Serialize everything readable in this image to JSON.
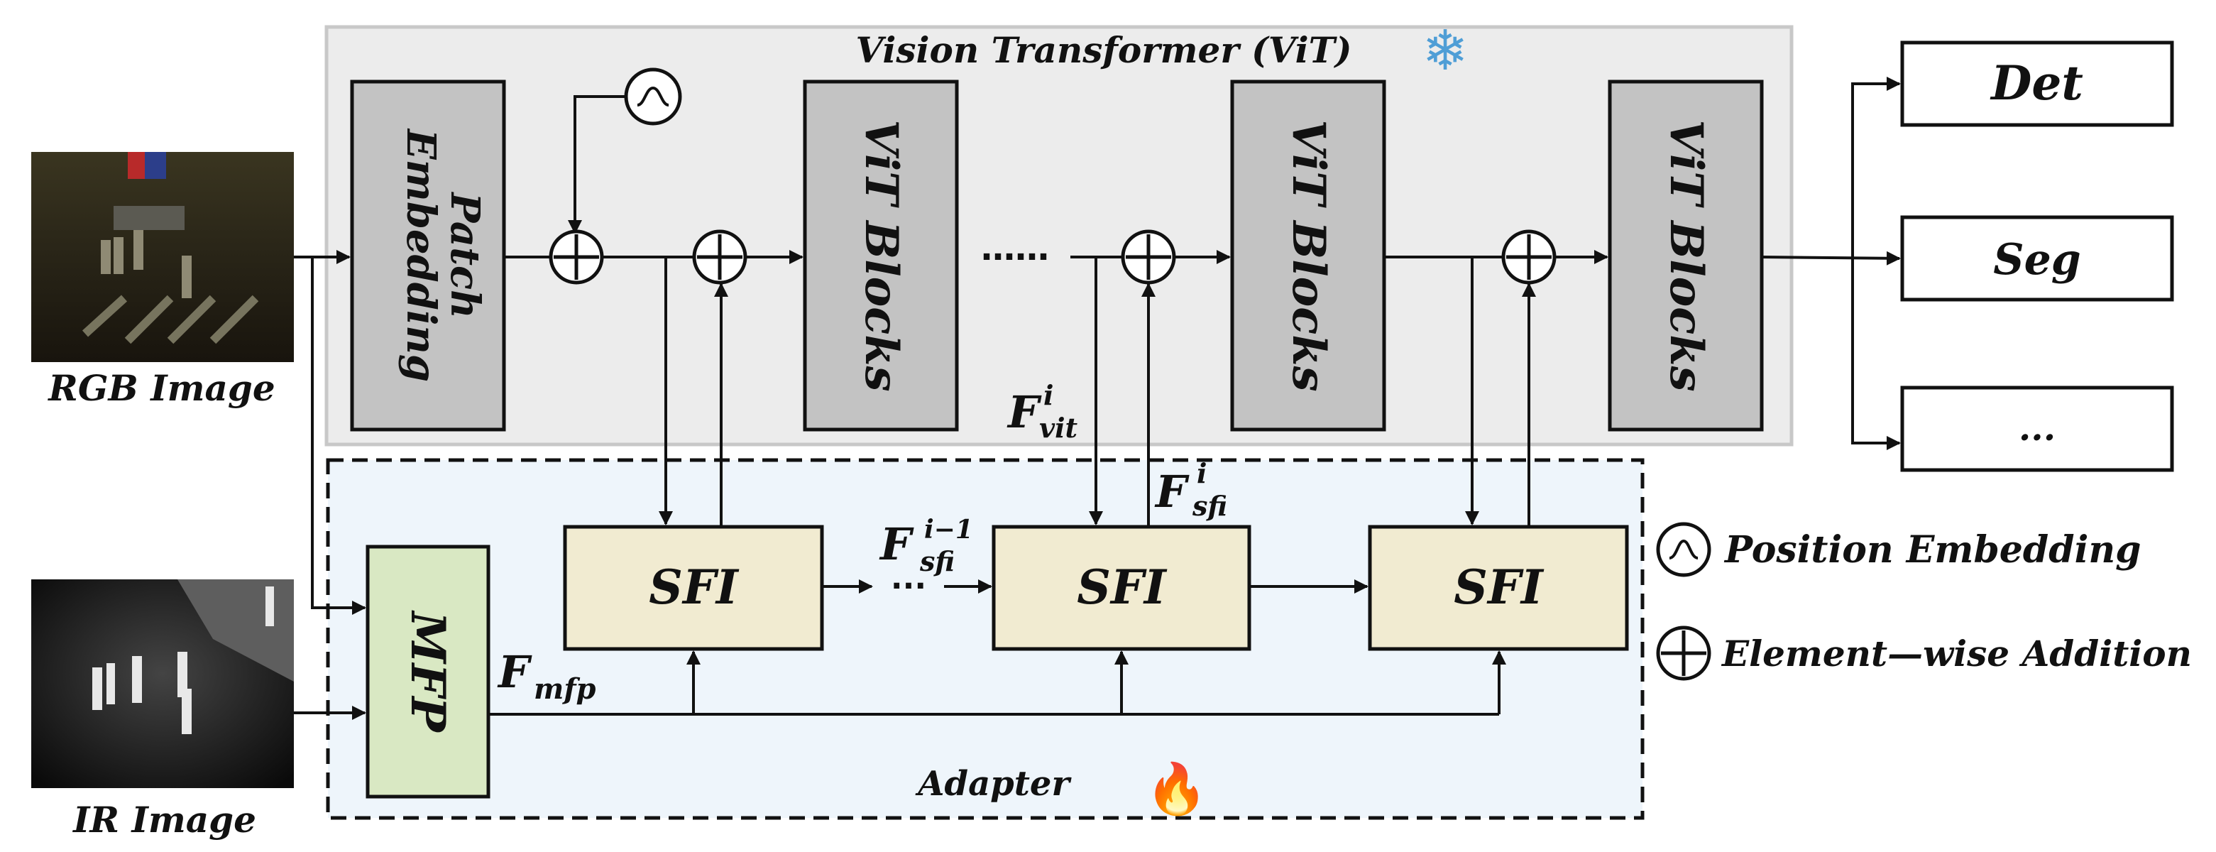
{
  "vit": {
    "title": "Vision Transformer (ViT)",
    "icon": "snowflake-icon",
    "icon_glyph": "❄",
    "patch_embedding": [
      "Patch",
      "Embedding"
    ],
    "blocks": [
      "ViT Blocks",
      "ViT Blocks",
      "ViT Blocks"
    ],
    "ellipsis": "……"
  },
  "adapter": {
    "title": "Adapter",
    "icon": "fire-icon",
    "icon_glyph": "🔥",
    "mfp": "MFP",
    "sfi": [
      "SFI",
      "SFI",
      "SFI"
    ],
    "ellipsis": "···"
  },
  "inputs": {
    "rgb_label": "RGB Image",
    "ir_label": "IR Image"
  },
  "outputs": [
    "Det",
    "Seg",
    "..."
  ],
  "features": {
    "F": "F",
    "vit_sub": "vit",
    "vit_sup": "i",
    "sfi_sub": "sfi",
    "sfi_sup": "i",
    "sfi_prev_sup": "i−1",
    "mfp_sub": "mfp"
  },
  "legend": {
    "position": "Position Embedding",
    "addition": "Element—wise Addition"
  },
  "colors": {
    "vit_bg": "#ececec",
    "vit_border": "#c8c8c8",
    "gray_block": "#c3c3c3",
    "adapter_bg": "#eef5fb",
    "sfi_fill": "#f1ebd1",
    "mfp_fill": "#d9e8c3",
    "snowflake": "#4f9ed6",
    "fire": "#e8641e"
  }
}
